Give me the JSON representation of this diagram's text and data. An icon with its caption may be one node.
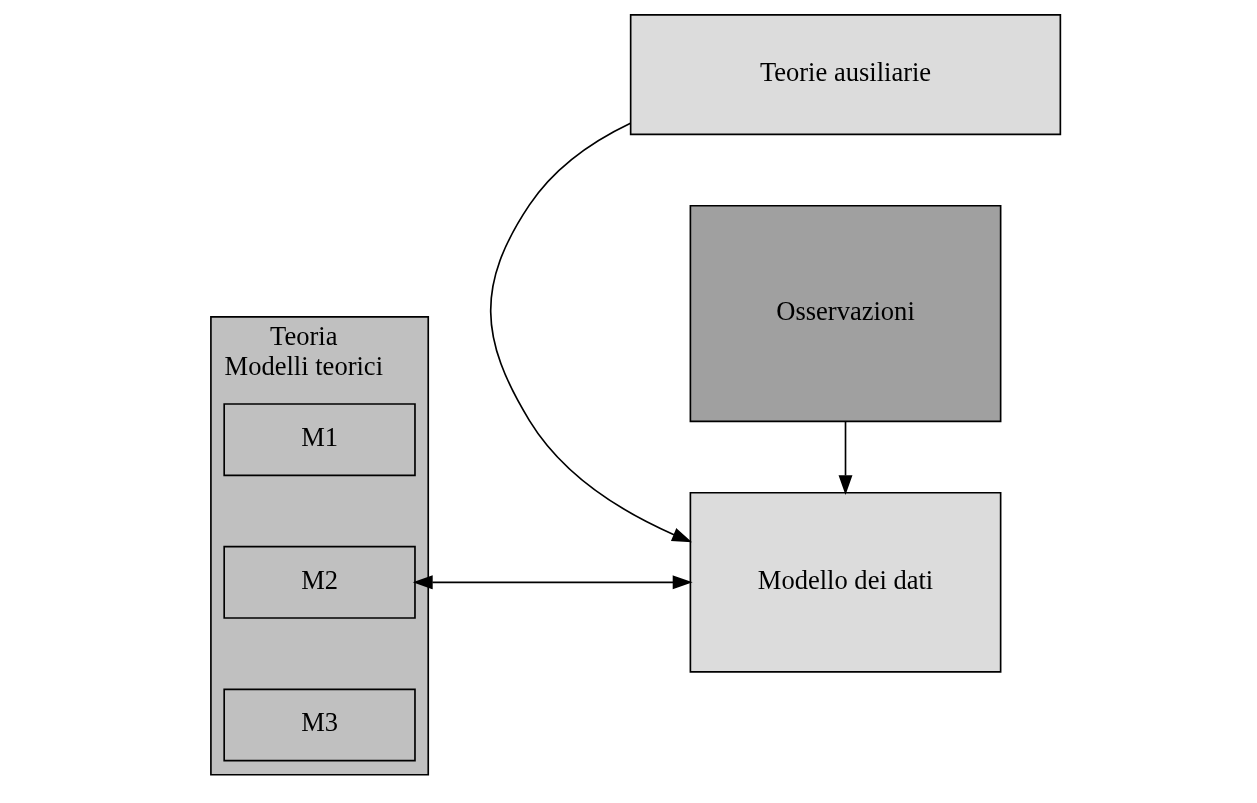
{
  "diagram": {
    "nodes": [
      {
        "text": [
          "Teorie ausiliarie"
        ]
      },
      {
        "text": [
          "Teoria",
          "Modelli teorici"
        ]
      },
      {
        "text": [
          "M1"
        ],
        "in": 1
      },
      {
        "text": [
          "M2"
        ],
        "in": 1
      },
      {
        "text": [
          "M3"
        ],
        "in": 1
      },
      {
        "text": [
          "Modello dei dati"
        ]
      },
      {
        "text": [
          "Osservazioni"
        ]
      }
    ],
    "edges": [
      {
        "from": 0,
        "to": 5,
        "arrow": "to"
      },
      {
        "from": 3,
        "to": 5,
        "arrow": "both"
      },
      {
        "from": 6,
        "to": 5,
        "arrow": "to"
      }
    ]
  }
}
